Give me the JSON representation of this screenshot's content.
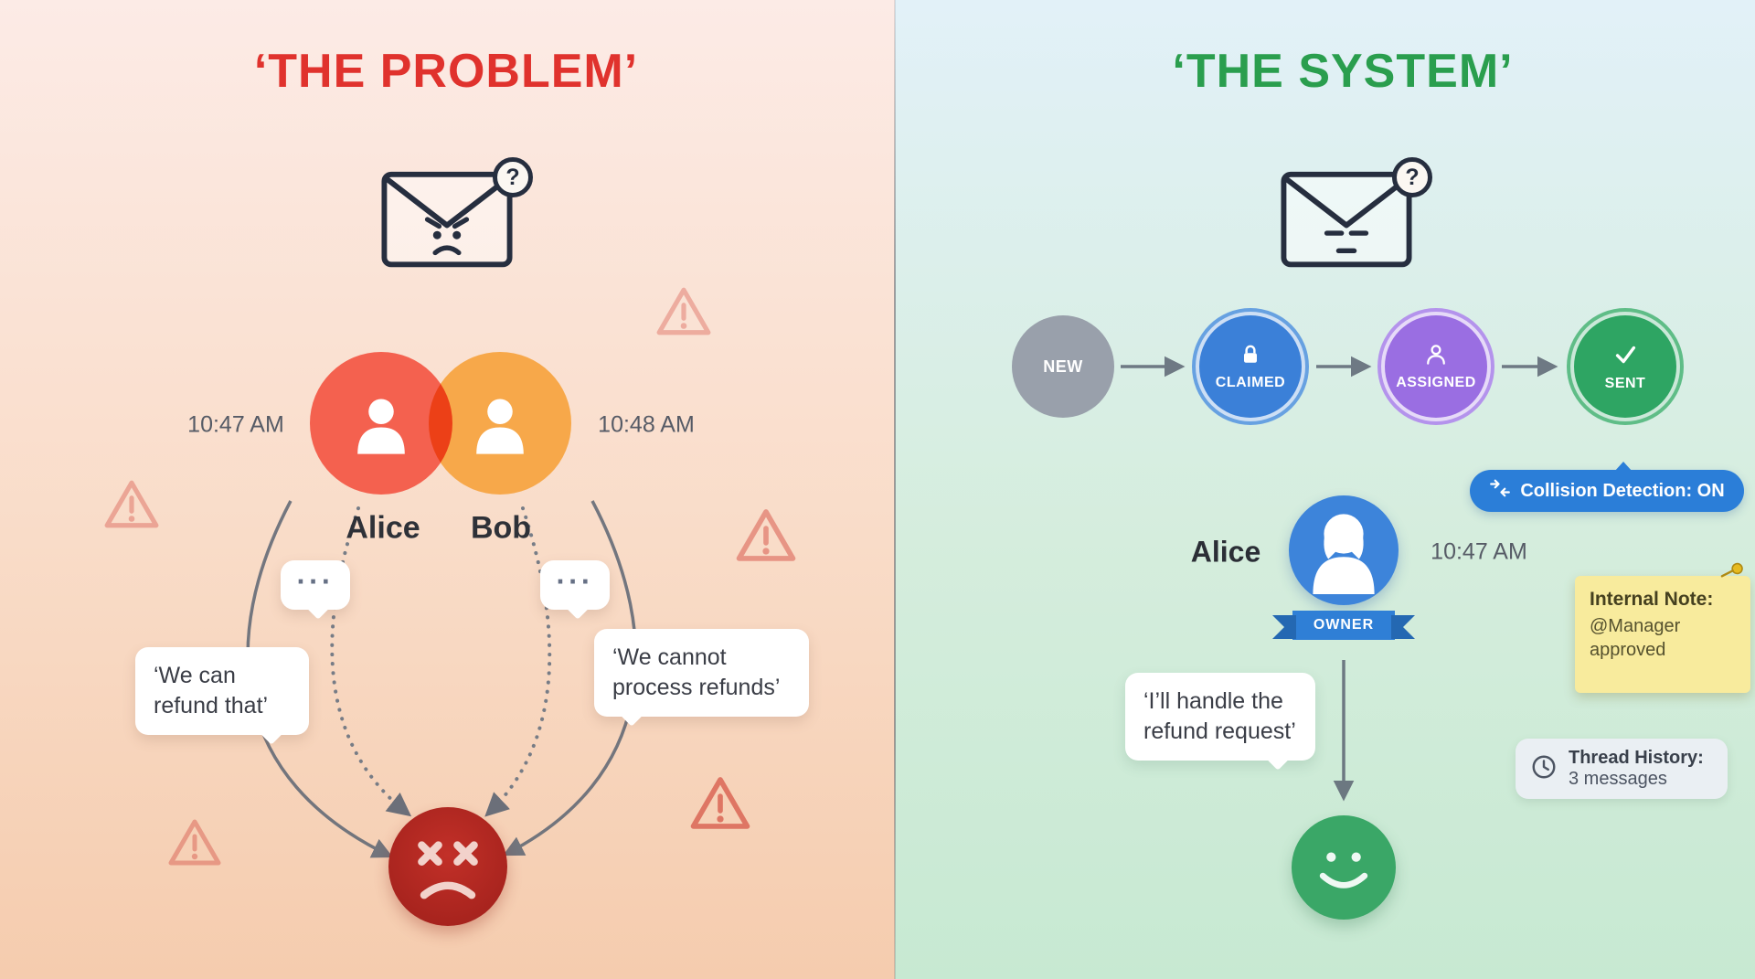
{
  "icons": {
    "question_mark": "?",
    "typing_dots": "···"
  },
  "problem": {
    "title": "‘THE PROBLEM’",
    "agents": [
      {
        "name": "Alice",
        "time": "10:47 AM"
      },
      {
        "name": "Bob",
        "time": "10:48 AM"
      }
    ],
    "bubbles": {
      "alice": "‘We can refund that’",
      "bob": "‘We cannot process refunds’"
    }
  },
  "system": {
    "title": "‘THE SYSTEM’",
    "pipeline": [
      {
        "label": "NEW"
      },
      {
        "label": "CLAIMED"
      },
      {
        "label": "ASSIGNED"
      },
      {
        "label": "SENT"
      }
    ],
    "collision_badge": "Collision Detection: ON",
    "owner": {
      "name": "Alice",
      "time": "10:47 AM",
      "ribbon": "OWNER"
    },
    "bubble": "‘I’ll handle the refund request’",
    "note": {
      "title": "Internal Note:",
      "body": "@Manager approved"
    },
    "history": {
      "title": "Thread History:",
      "value": "3 messages"
    }
  },
  "colors": {
    "problem_accent": "#e0322d",
    "system_accent": "#2a9e4e",
    "alice_circle": "#f4614f",
    "bob_circle": "#f7a84a",
    "claimed_blue": "#3b80d8",
    "assigned_purple": "#9a6ee2",
    "sent_green": "#2ea563",
    "new_gray": "#99a0ab",
    "collision_blue": "#2b7ed8",
    "note_yellow": "#f8eb9d",
    "failure_red": "#a82018",
    "success_green": "#3aa767"
  }
}
